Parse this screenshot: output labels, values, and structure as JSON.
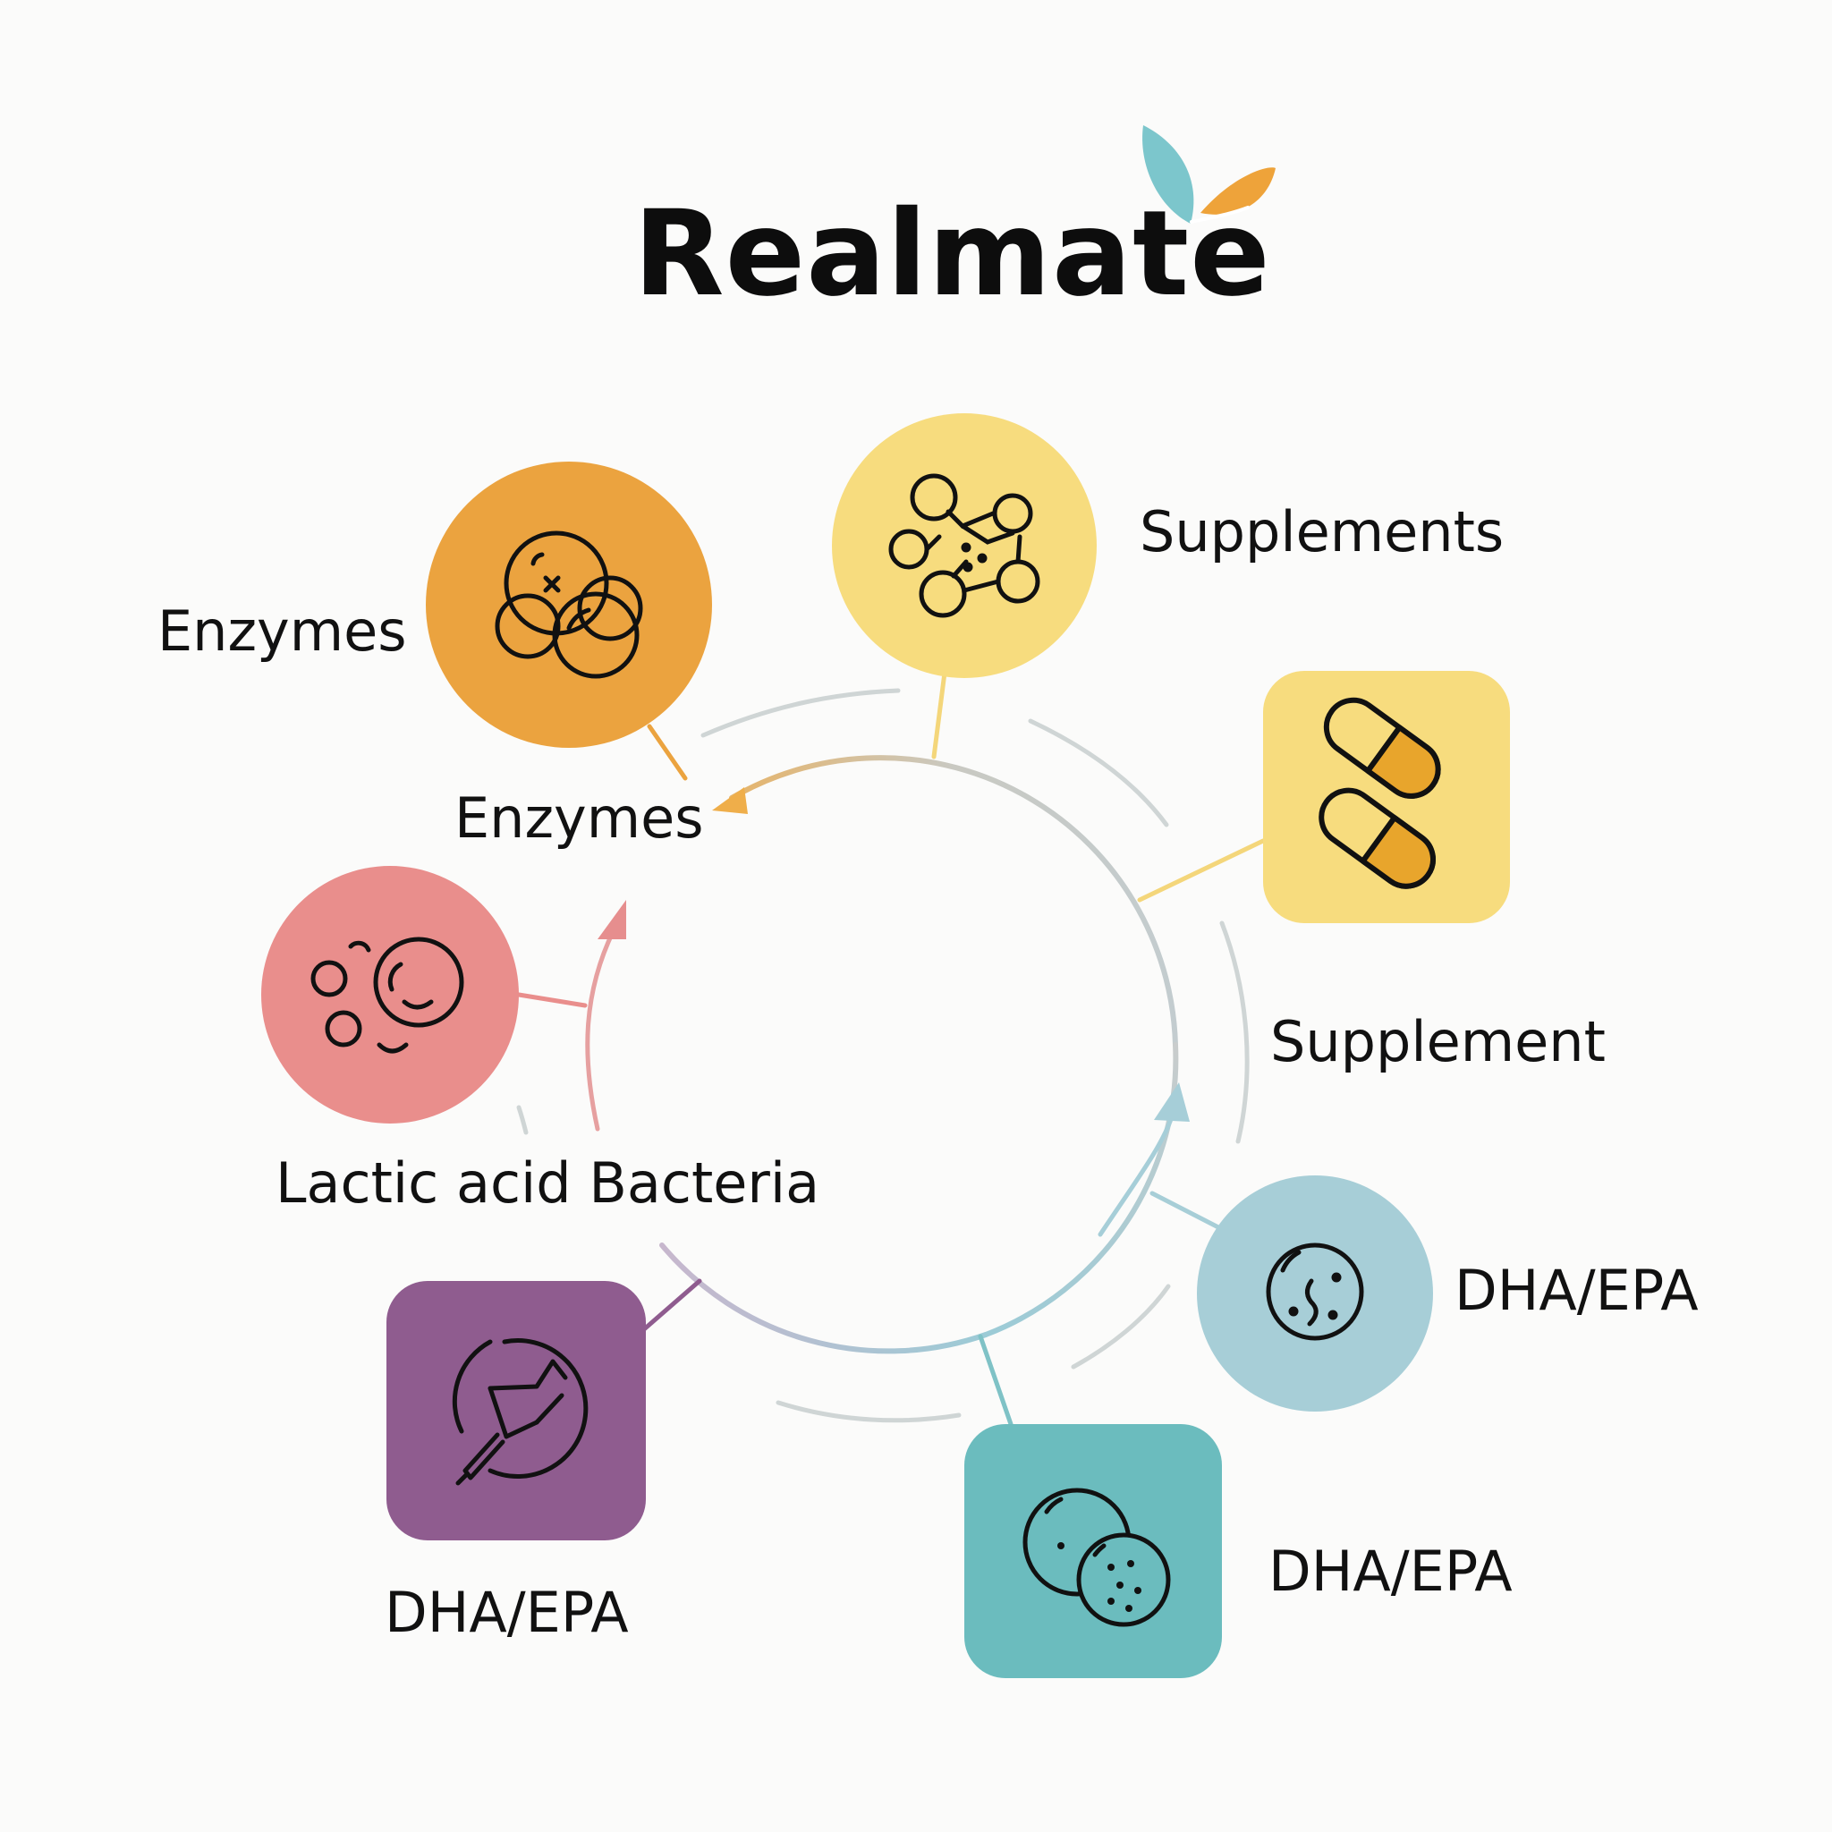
{
  "brand": {
    "name": "Realmate"
  },
  "colors": {
    "orange": "#EBA33F",
    "yellow": "#F7DC7E",
    "pink": "#E98E8C",
    "purple": "#8F5C8F",
    "light_blue": "#A7CED7",
    "teal": "#6BBCBE",
    "leaf_blue": "#7CC6CC",
    "leaf_orange": "#EEA33A"
  },
  "nodes": [
    {
      "label": "Enzymes",
      "icon": "enzyme-cluster-icon",
      "shape": "circle",
      "color": "#EBA33F"
    },
    {
      "label": "Supplements",
      "icon": "molecule-icon",
      "shape": "circle",
      "color": "#F7DC7E"
    },
    {
      "label": "Supplement",
      "icon": "capsules-icon",
      "shape": "rounded-square",
      "color": "#F7DC7E"
    },
    {
      "label": "Lactic acid Bacteria",
      "icon": "bacteria-bubbles-icon",
      "shape": "circle",
      "color": "#E98E8C"
    },
    {
      "label": "DHA/EPA",
      "icon": "petri-dish-icon",
      "shape": "circle",
      "color": "#A7CED7"
    },
    {
      "label": "DHA/EPA",
      "icon": "dotted-cells-icon",
      "shape": "rounded-square",
      "color": "#6BBCBE"
    },
    {
      "label": "DHA/EPA",
      "icon": "dropper-icon",
      "shape": "rounded-square",
      "color": "#8F5C8F"
    }
  ],
  "inner_labels": {
    "enzymes": "Enzymes"
  }
}
